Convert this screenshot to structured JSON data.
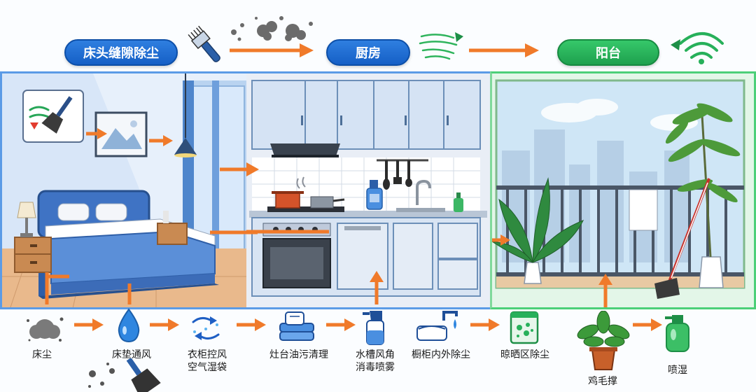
{
  "header": {
    "pill_bedside": "床头缝隙除尘",
    "pill_kitchen": "厨房",
    "pill_balcony": "阳台"
  },
  "colors": {
    "accent_blue": "#1e6fd6",
    "accent_green": "#26b35a",
    "arrow_orange": "#f07a2a",
    "bed_blue": "#3f73c4"
  },
  "steps": [
    {
      "label": "床尘",
      "icon": "dust-cloud-icon"
    },
    {
      "label": "床垫通风",
      "icon": "water-drop-icon"
    },
    {
      "label": "衣柜控风",
      "label2": "空气湿袋",
      "icon": "airflow-icon"
    },
    {
      "label": "灶台油污清理",
      "icon": "cleaning-towel-icon"
    },
    {
      "label": "水槽风角",
      "label2": "消毒喷雾",
      "icon": "spray-bottle-icon"
    },
    {
      "label": "橱柜内外除尘",
      "icon": "faucet-cloth-icon"
    },
    {
      "label": "晾晒区除尘",
      "icon": "dust-bag-icon"
    },
    {
      "label": "鸡毛撑",
      "icon": "potted-plant-icon"
    },
    {
      "label": "喷湿",
      "icon": "watering-can-icon"
    }
  ]
}
